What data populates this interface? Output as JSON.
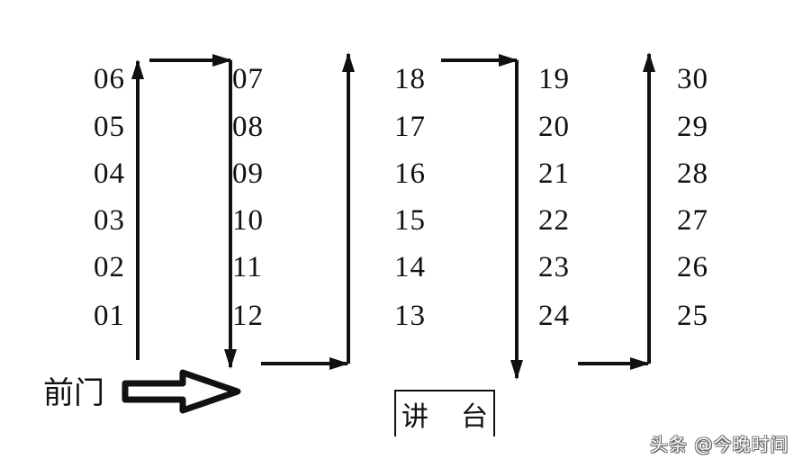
{
  "diagram": {
    "title": "",
    "door_label": "前门",
    "podium": {
      "left_char": "讲",
      "right_char": "台"
    },
    "watermark": "头条 @今晚时间",
    "columns": [
      {
        "name": "column-1",
        "seats_top_to_bottom": [
          "06",
          "05",
          "04",
          "03",
          "02",
          "01"
        ],
        "flow": "up"
      },
      {
        "name": "column-2",
        "seats_top_to_bottom": [
          "07",
          "08",
          "09",
          "10",
          "11",
          "12"
        ],
        "flow": "down"
      },
      {
        "name": "column-3",
        "seats_top_to_bottom": [
          "18",
          "17",
          "16",
          "15",
          "14",
          "13"
        ],
        "flow": "up"
      },
      {
        "name": "column-4",
        "seats_top_to_bottom": [
          "19",
          "20",
          "21",
          "22",
          "23",
          "24"
        ],
        "flow": "down"
      },
      {
        "name": "column-5",
        "seats_top_to_bottom": [
          "30",
          "29",
          "28",
          "27",
          "26",
          "25"
        ],
        "flow": "up"
      }
    ],
    "arrow_color": "#111111",
    "icons": {
      "door_arrow": "hollow-right-arrow-icon",
      "flow_arrows": "arrow-icon"
    }
  }
}
